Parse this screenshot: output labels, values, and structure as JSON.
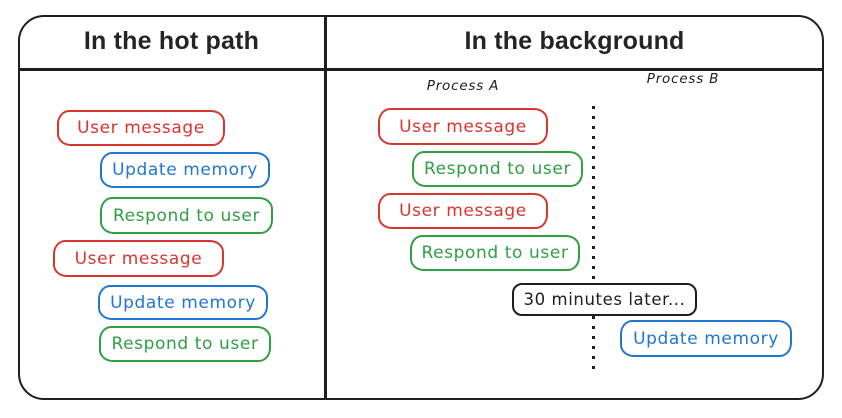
{
  "hot_path": {
    "title": "In the hot path",
    "steps": [
      "User message",
      "Update memory",
      "Respond to user",
      "User message",
      "Update memory",
      "Respond to user"
    ]
  },
  "background": {
    "title": "In the background",
    "process_a": {
      "label": "Process A",
      "steps": [
        "User message",
        "Respond to user",
        "User message",
        "Respond to user"
      ]
    },
    "note": "30 minutes later...",
    "process_b": {
      "label": "Process B",
      "steps": [
        "Update memory"
      ]
    }
  },
  "colors": {
    "user_message": "#d9352f",
    "update_memory": "#2176d2",
    "respond_to_user": "#2f9e44",
    "ink": "#1e1e1e"
  }
}
